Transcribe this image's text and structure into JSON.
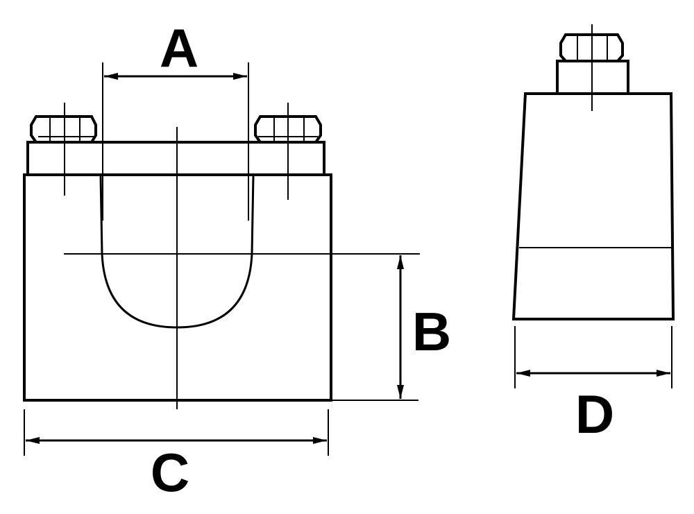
{
  "diagram": {
    "type": "dimensioned clamp drawing",
    "views": [
      "front-view",
      "side-view"
    ],
    "dimension_labels": {
      "a": "A",
      "b": "B",
      "c": "C",
      "d": "D"
    },
    "colors": {
      "line": "#000000",
      "background": "#ffffff"
    }
  }
}
